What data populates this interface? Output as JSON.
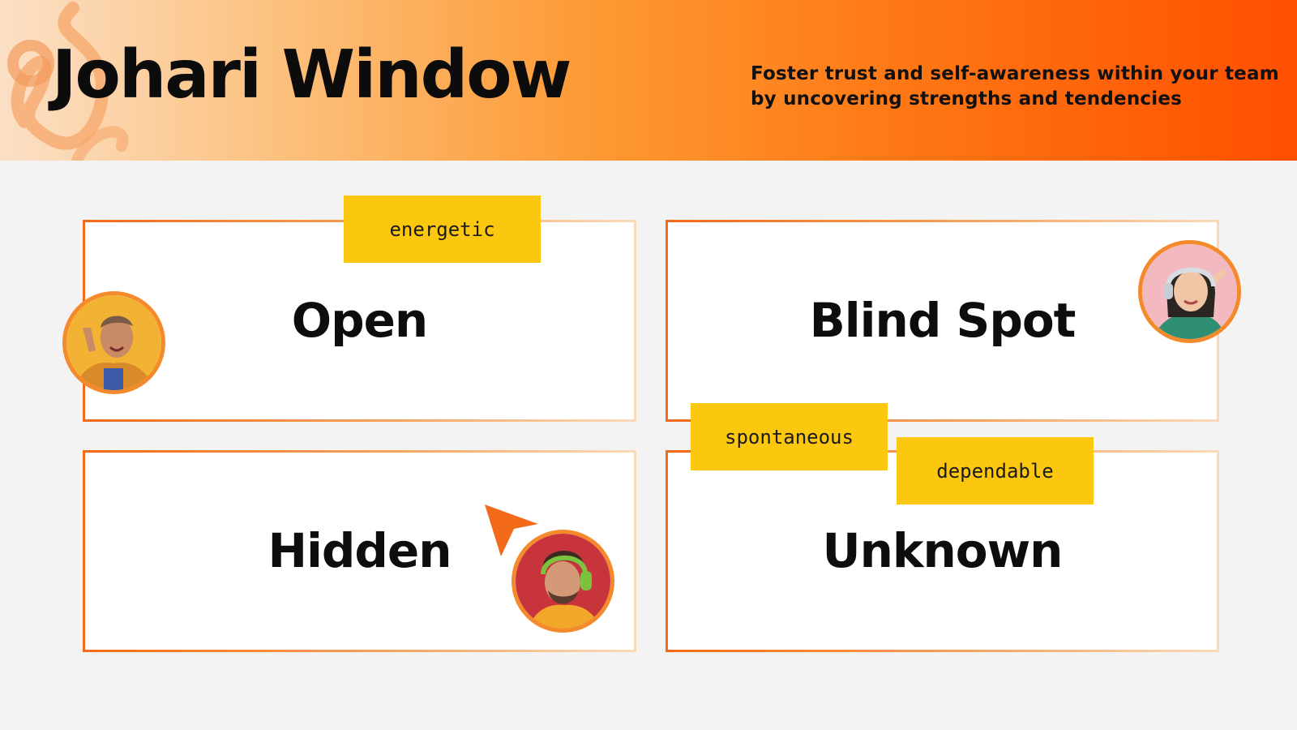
{
  "header": {
    "title": "Johari Window",
    "subtitle": "Foster trust and self-awareness within your team by uncovering strengths and tendencies",
    "gradient_colors": [
      "#fbe0c6",
      "#fd9a35",
      "#ff4f00"
    ]
  },
  "quadrants": [
    {
      "label": "Open"
    },
    {
      "label": "Blind Spot"
    },
    {
      "label": "Hidden"
    },
    {
      "label": "Unknown"
    }
  ],
  "tags": [
    {
      "text": "energetic"
    },
    {
      "text": "spontaneous"
    },
    {
      "text": "dependable"
    }
  ],
  "avatars": [
    {
      "icon": "avatar-photo-woman-waving"
    },
    {
      "icon": "avatar-photo-woman-headphones"
    },
    {
      "icon": "avatar-photo-man-headphones"
    }
  ],
  "cursor": {
    "icon": "pointer-cursor-icon",
    "color": "#f26a1a"
  },
  "colors": {
    "background": "#f3f3f3",
    "tag": "#fcc80f",
    "accent": "#f26a1a",
    "text": "#0d0d0d"
  }
}
